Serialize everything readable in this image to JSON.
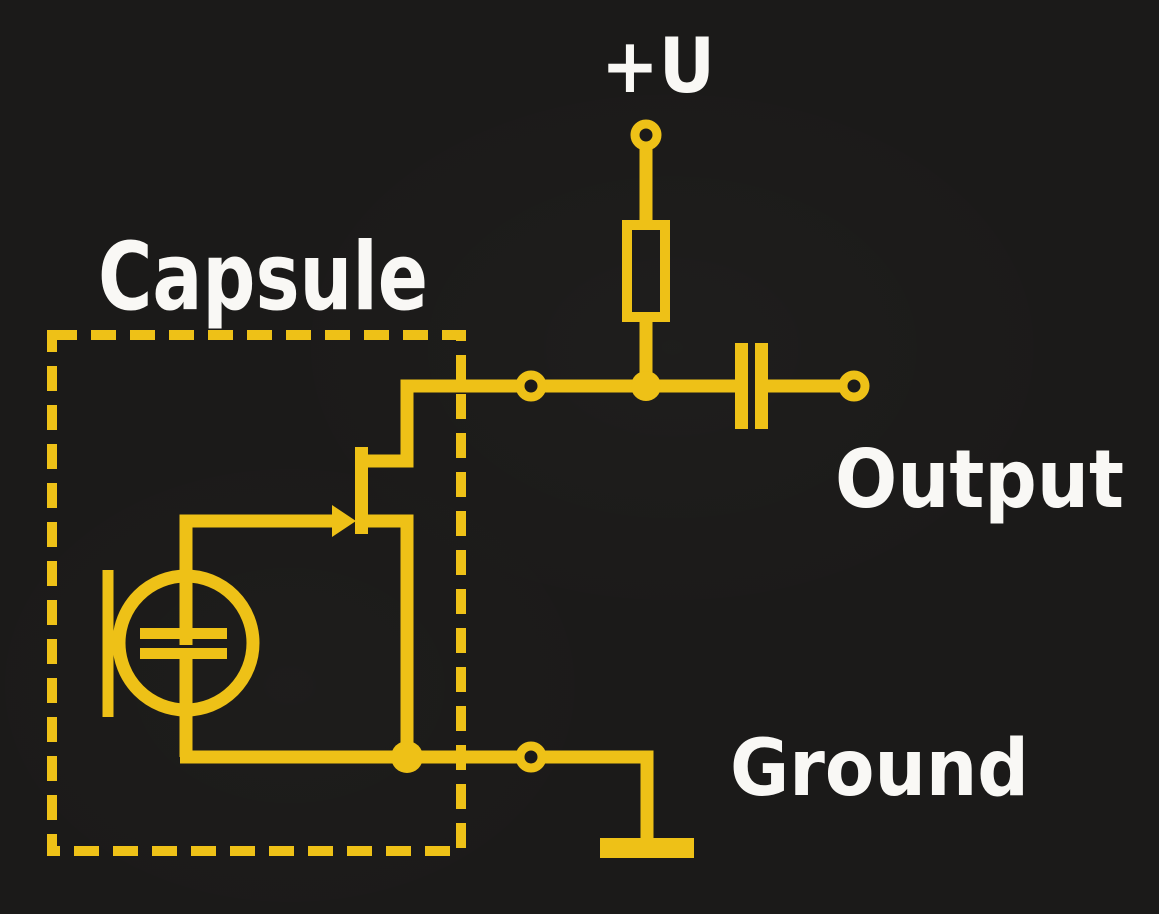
{
  "labels": {
    "supply": "+U",
    "capsule": "Capsule",
    "output": "Output",
    "ground": "Ground"
  },
  "colors": {
    "background": "#1b1a19",
    "wire": "#eec117",
    "label_text": "#f9f8f5"
  },
  "components": [
    "supply-terminal",
    "load-resistor",
    "drain-junction",
    "coupling-capacitor",
    "output-terminal",
    "jfet-transistor",
    "electret-capsule",
    "capsule-boundary-box",
    "source-junction",
    "ground-terminal",
    "ground-symbol"
  ]
}
